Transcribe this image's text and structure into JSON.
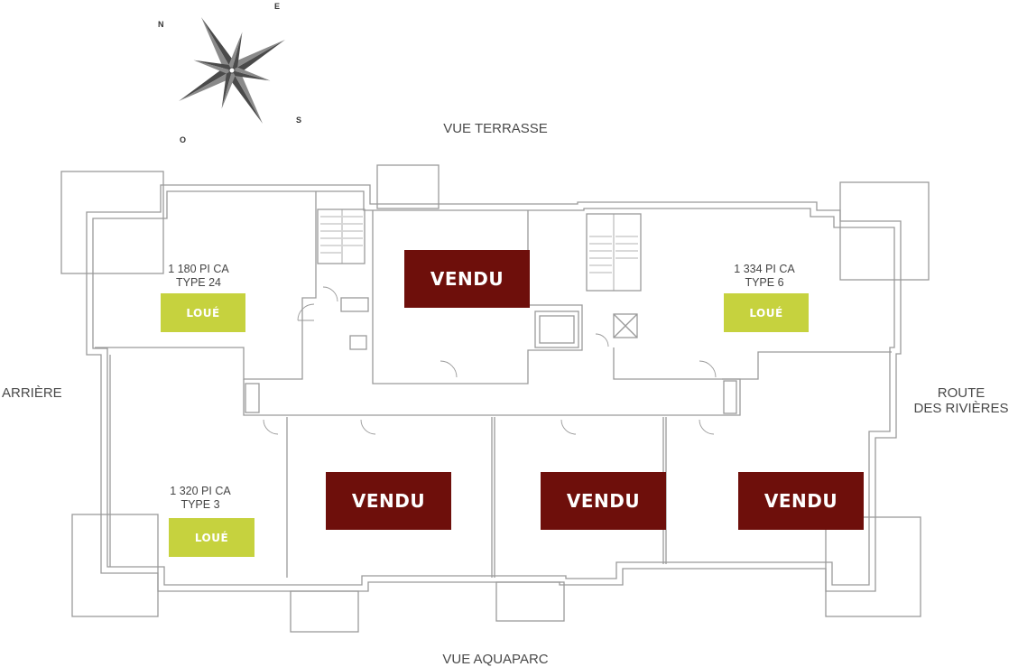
{
  "orientation": {
    "top": "VUE TERRASSE",
    "bottom": "VUE AQUAPARC",
    "left": "ARRIÈRE",
    "right_line1": "ROUTE",
    "right_line2": "DES RIVIÈRES"
  },
  "compass": {
    "n": "N",
    "e": "E",
    "s": "S",
    "o": "O",
    "icon": "compass-rose-icon"
  },
  "units": [
    {
      "id": "nw",
      "area": "1 180 PI CA",
      "type": "TYPE 24",
      "status": "LOUÉ"
    },
    {
      "id": "north-center",
      "status": "VENDU"
    },
    {
      "id": "ne",
      "area": "1 334 PI CA",
      "type": "TYPE 6",
      "status": "LOUÉ"
    },
    {
      "id": "sw",
      "area": "1 320 PI CA",
      "type": "TYPE 3",
      "status": "LOUÉ"
    },
    {
      "id": "south-1",
      "status": "VENDU"
    },
    {
      "id": "south-2",
      "status": "VENDU"
    },
    {
      "id": "south-3",
      "status": "VENDU"
    }
  ],
  "colors": {
    "sold": "#6e0f0b",
    "rented": "#c6d23e",
    "walls": "#9a9a9a"
  }
}
